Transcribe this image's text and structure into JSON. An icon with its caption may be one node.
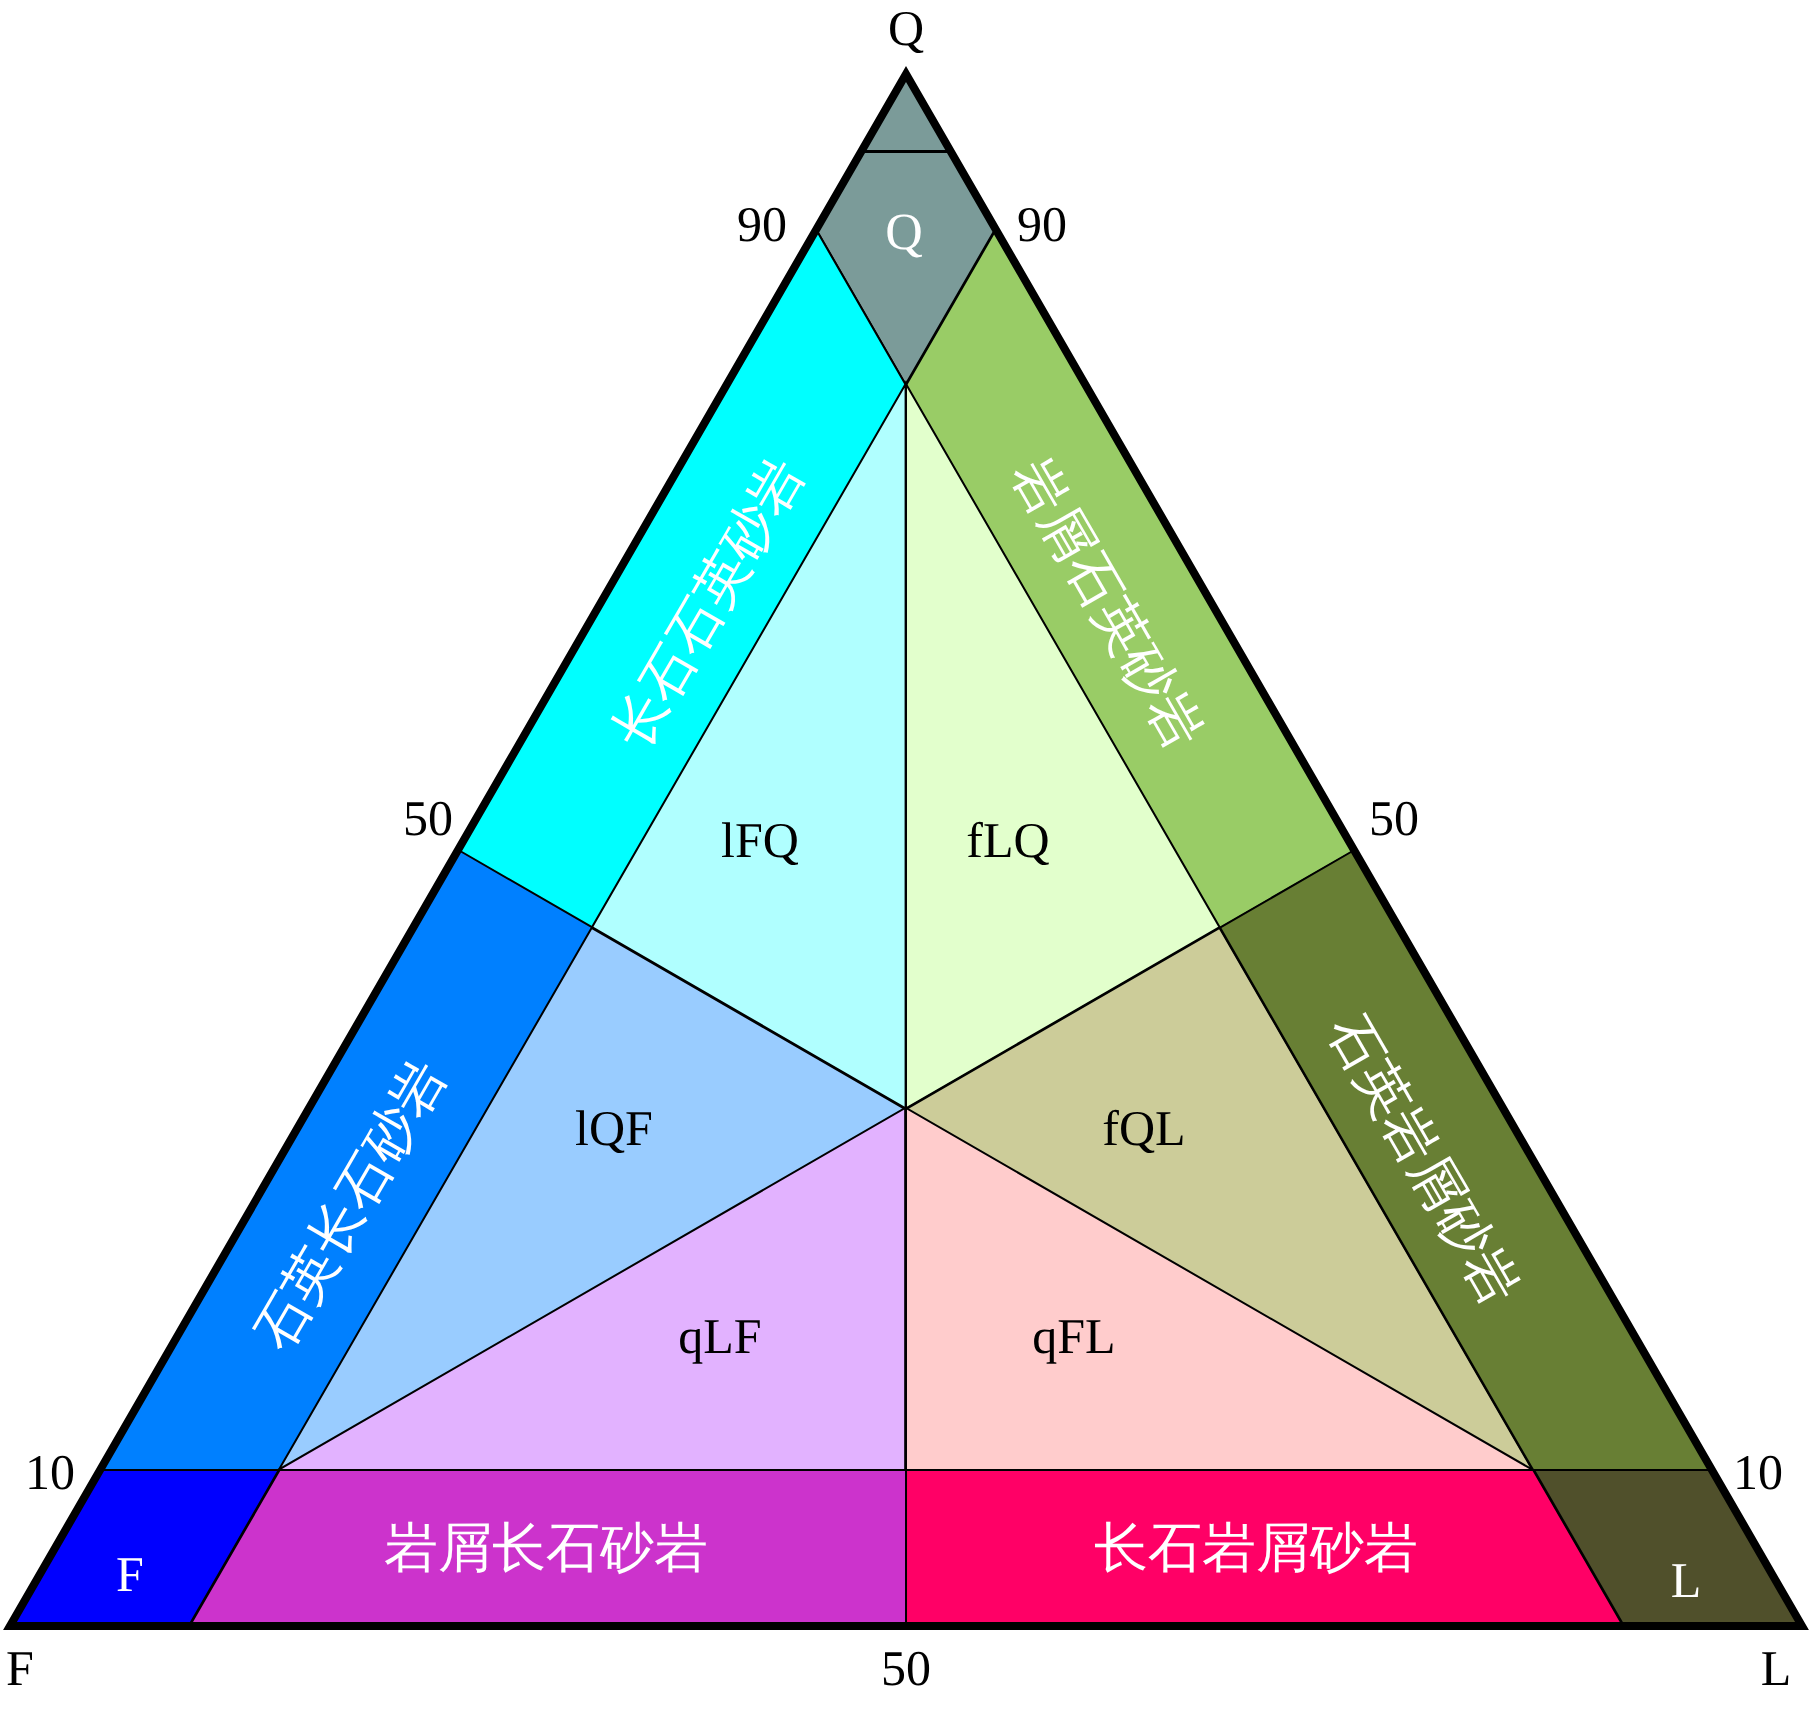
{
  "diagram": {
    "nodes": [
      {
        "text": [
          "Q"
        ]
      },
      {
        "text": [
          "长石石英砂岩"
        ]
      },
      {
        "text": [
          "岩屑石英砂岩"
        ]
      },
      {
        "text": [
          "lFQ"
        ]
      },
      {
        "text": [
          "fLQ"
        ]
      },
      {
        "text": [
          "石英长石砂岩"
        ]
      },
      {
        "text": [
          "lQF"
        ]
      },
      {
        "text": [
          "fQL"
        ]
      },
      {
        "text": [
          "石英岩屑砂岩"
        ]
      },
      {
        "text": [
          "qLF"
        ]
      },
      {
        "text": [
          "qFL"
        ]
      },
      {
        "text": [
          "F"
        ]
      },
      {
        "text": [
          "岩屑长石砂岩"
        ]
      },
      {
        "text": [
          "长石岩屑砂岩"
        ]
      },
      {
        "text": [
          "L"
        ]
      }
    ],
    "labels": [
      "Q",
      "90",
      "90",
      "50",
      "50",
      "10",
      "10",
      "F",
      "50",
      "L"
    ]
  }
}
